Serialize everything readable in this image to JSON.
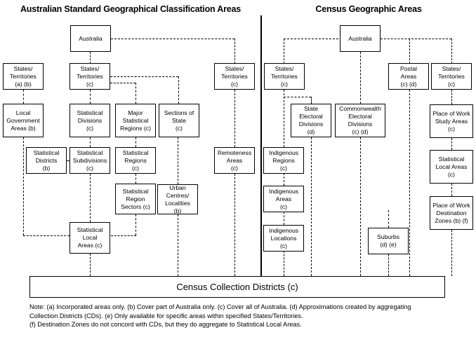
{
  "figure": {
    "left_title": "Australian Standard Geographical Classification Areas",
    "right_title": "Census Geographic Areas",
    "bottom_bar": "Census Collection Districts (c)",
    "notes": "Note: (a) Incorporated areas only. (b) Cover part of Australia only. (c) Cover all of Australia. (d) Approximations created by aggregating\n Collection Districts (CDs). (e) Only available for specific areas within specified States/Territories.\n(f) Destination Zones do not concord with CDs, but they do aggregate to Statistical Local Areas."
  },
  "asgc": {
    "australia": "Australia",
    "states_ab": "States/\nTerritories\n(a) (b)",
    "states_c": "States/\nTerritories\n(c)",
    "states_c_right": "States/\nTerritories\n(c)",
    "local_government_areas": "Local\nGovernment\nAreas (b)",
    "statistical_divisions": "Statistical\nDivisions\n(c)",
    "major_statistical_regions": "Major\nStatistical\nRegions (c)",
    "sections_of_state": "Sections of\nState\n(c)",
    "statistical_districts": "Statistical\nDistricts\n(b)",
    "statistical_subdivisions": "Statistical\nSubdivisions\n(c)",
    "statistical_regions": "Statistical\nRegions\n(c)",
    "remoteness_areas": "Remoteness\nAreas\n(c)",
    "statistical_region_sectors": "Statistical\nRegion\nSectors (c)",
    "urban_centres_localities": "Urban Centres/\nLocalities\n(b)",
    "statistical_local_areas": "Statistical\nLocal\nAreas (c)"
  },
  "census": {
    "australia": "Australia",
    "states_c_left": "States/\nTerritories\n(c)",
    "postal_areas": "Postal\nAreas\n(c) (d)",
    "states_c_right": "States/\nTerritories\n(c)",
    "state_electoral_divisions": "State\nElectoral\nDivisions\n(d)",
    "commonwealth_electoral_divisions": "Commonwealth\nElectoral\nDivisions\n(c) (d)",
    "place_of_work_study_areas": "Place of Work\nStudy Areas\n(c)",
    "indigenous_regions": "Indigenous\nRegions\n(c)",
    "statistical_local_areas": "Statistical\nLocal Areas\n(c)",
    "indigenous_areas": "Indigenous\nAreas\n(c)",
    "place_of_work_destination_zones": "Place of Work\nDestination\nZones (b) (f)",
    "indigenous_locations": "Indigenous\nLocations\n(c)",
    "suburbs": "Suburbs\n(d) (e)"
  },
  "colors": {
    "line": "#000000",
    "background": "#ffffff"
  }
}
